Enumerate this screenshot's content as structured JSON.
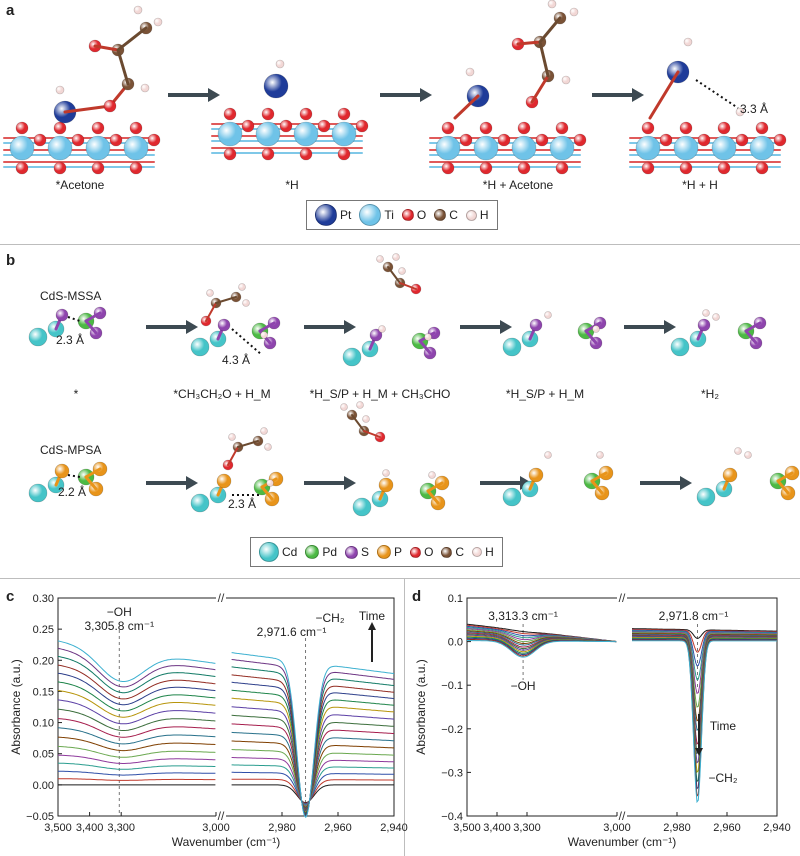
{
  "panels": {
    "a": "a",
    "b": "b",
    "c": "c",
    "d": "d"
  },
  "a": {
    "labels": [
      "*Acetone",
      "*H",
      "*H + Acetone",
      "*H + H"
    ],
    "distance": "3.3 Å",
    "legend": [
      {
        "sym": "Pt",
        "color": "#1f3c99",
        "size": 20
      },
      {
        "sym": "Ti",
        "color": "#6fc3e8",
        "size": 20
      },
      {
        "sym": "O",
        "color": "#e0282e",
        "size": 10
      },
      {
        "sym": "C",
        "color": "#7a5236",
        "size": 10
      },
      {
        "sym": "H",
        "color": "#f2d7d5",
        "size": 9
      }
    ]
  },
  "b": {
    "row1_name": "CdS-MSSA",
    "row2_name": "CdS-MPSA",
    "row1_dist": [
      "2.3 Å",
      "4.3 Å"
    ],
    "row2_dist": [
      "2.2 Å",
      "2.3 Å"
    ],
    "labels": [
      "*",
      "*CH₃CH₂O + H_M",
      "*H_S/P + H_M + CH₃CHO",
      "*H_S/P + H_M",
      "*H₂"
    ],
    "legend": [
      {
        "sym": "Cd",
        "color": "#45c4c8",
        "size": 18
      },
      {
        "sym": "Pd",
        "color": "#4cb944",
        "size": 12
      },
      {
        "sym": "S",
        "color": "#8e44ad",
        "size": 11
      },
      {
        "sym": "P",
        "color": "#e8941a",
        "size": 12
      },
      {
        "sym": "O",
        "color": "#e0282e",
        "size": 9
      },
      {
        "sym": "C",
        "color": "#7a5236",
        "size": 9
      },
      {
        "sym": "H",
        "color": "#f2d7d5",
        "size": 8
      }
    ]
  },
  "chart_data": [
    {
      "type": "line",
      "panel": "c",
      "xlabel": "Wavenumber (cm⁻¹)",
      "ylabel": "Absorbance (a.u.)",
      "ylim": [
        -0.05,
        0.3
      ],
      "yticks": [
        "0.30",
        "0.25",
        "0.20",
        "0.15",
        "0.10",
        "0.05",
        "0.00",
        "−0.05"
      ],
      "xticks_left": [
        "3,500",
        "3,400",
        "3,300",
        "3,000"
      ],
      "xticks_right": [
        "2,980",
        "2,960",
        "2,940"
      ],
      "axis_break": "//",
      "annotations": {
        "oh": "−OH",
        "oh_wn": "3,305.8 cm⁻¹",
        "ch": "−CH₂",
        "ch_wn": "2,971.6 cm⁻¹",
        "time": "Time"
      },
      "series_count": 18,
      "series_colors": [
        "#1a1a1a",
        "#c0392b",
        "#2e4fa8",
        "#2a9d8f",
        "#8e3a9c",
        "#6aa84f",
        "#7f3f00",
        "#27708a",
        "#a61e4d",
        "#3c6e3c",
        "#5b3fa5",
        "#b7950b",
        "#1e8449",
        "#2c3e8a",
        "#922b21",
        "#117a65",
        "#6c3483",
        "#3cb0d0"
      ],
      "baseline_offsets": [
        0.0,
        0.01,
        0.022,
        0.035,
        0.048,
        0.062,
        0.077,
        0.092,
        0.107,
        0.122,
        0.137,
        0.152,
        0.166,
        0.18,
        0.193,
        0.207,
        0.22,
        0.232
      ]
    },
    {
      "type": "line",
      "panel": "d",
      "xlabel": "Wavenumber (cm⁻¹)",
      "ylabel": "Absorbance (a.u.)",
      "ylim": [
        -0.4,
        0.1
      ],
      "yticks": [
        "0.1",
        "0.0",
        "−0.1",
        "−0.2",
        "−0.3",
        "−0.4"
      ],
      "xticks_left": [
        "3,500",
        "3,400",
        "3,300",
        "3,000"
      ],
      "xticks_right": [
        "2,980",
        "2,960",
        "2,940"
      ],
      "axis_break": "//",
      "annotations": {
        "oh": "−OH",
        "oh_wn": "3,313.3 cm⁻¹",
        "ch": "−CH₂",
        "ch_wn": "2,971.8 cm⁻¹",
        "time": "Time"
      },
      "series_count": 16,
      "peak_depths": [
        -0.02,
        -0.05,
        -0.08,
        -0.11,
        -0.14,
        -0.17,
        -0.2,
        -0.22,
        -0.25,
        -0.27,
        -0.29,
        -0.31,
        -0.33,
        -0.345,
        -0.36,
        -0.372
      ],
      "series_colors": [
        "#1a1a1a",
        "#c0392b",
        "#2e4fa8",
        "#2a9d8f",
        "#8e3a9c",
        "#6aa84f",
        "#7f3f00",
        "#27708a",
        "#a61e4d",
        "#3c6e3c",
        "#5b3fa5",
        "#b7950b",
        "#1e8449",
        "#2c3e8a",
        "#922b21",
        "#3cb0d0"
      ]
    }
  ]
}
